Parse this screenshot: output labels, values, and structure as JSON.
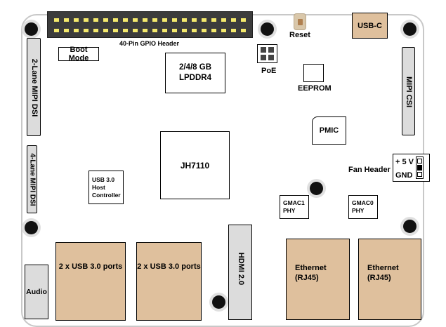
{
  "gpio": {
    "label": "40-Pin GPIO Header"
  },
  "boot_mode": {
    "label": "Boot Mode"
  },
  "ram": {
    "line1": "2/4/8 GB",
    "line2": "LPDDR4"
  },
  "poe": {
    "label": "PoE"
  },
  "reset": {
    "label": "Reset"
  },
  "usbc": {
    "label": "USB-C"
  },
  "eeprom": {
    "label": "EEPROM"
  },
  "mipi_dsi_2": {
    "label": "2-Lane MIPI DSI"
  },
  "mipi_dsi_4": {
    "label": "4-Lane MIPI DSI"
  },
  "mipi_csi": {
    "label": "MIPI CSI"
  },
  "pmic": {
    "label": "PMIC"
  },
  "soc": {
    "label": "JH7110"
  },
  "usb_controller": {
    "line1": "USB 3.0",
    "line2": "Host",
    "line3": "Controller"
  },
  "fan_header": {
    "label": "Fan Header",
    "pin1": "+ 5 V",
    "pin2": "GND"
  },
  "gmac1": {
    "line1": "GMAC1",
    "line2": "PHY"
  },
  "gmac0": {
    "line1": "GMAC0",
    "line2": "PHY"
  },
  "usb_ports_1": {
    "label": "2 x USB 3.0 ports"
  },
  "usb_ports_2": {
    "label": "2 x USB 3.0 ports"
  },
  "hdmi": {
    "label": "HDMI 2.0"
  },
  "ethernet_1": {
    "line1": "Ethernet",
    "line2": "(RJ45)"
  },
  "ethernet_2": {
    "line1": "Ethernet",
    "line2": "(RJ45)"
  },
  "audio": {
    "label": "Audio"
  },
  "colors": {
    "connector_tan": "#dfc09d",
    "connector_grey": "#dcdcdc",
    "header_dark": "#3c3c3c",
    "header_pin": "#f4e96c",
    "outline": "#c8c8c8"
  }
}
